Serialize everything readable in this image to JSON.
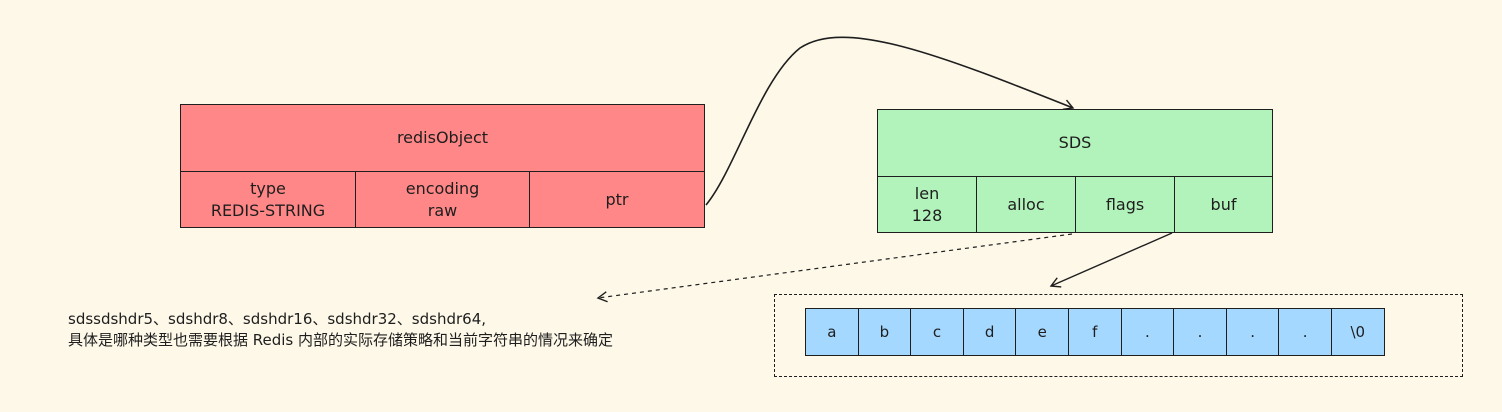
{
  "redis_object": {
    "title": "redisObject",
    "fields": [
      {
        "line1": "type",
        "line2": "REDIS-STRING"
      },
      {
        "line1": "encoding",
        "line2": "raw"
      },
      {
        "line1": "ptr",
        "line2": ""
      }
    ]
  },
  "sds": {
    "title": "SDS",
    "fields": [
      {
        "line1": "len",
        "line2": "128"
      },
      {
        "line1": "alloc",
        "line2": ""
      },
      {
        "line1": "flags",
        "line2": ""
      },
      {
        "line1": "buf",
        "line2": ""
      }
    ]
  },
  "buffer": {
    "cells": [
      "a",
      "b",
      "c",
      "d",
      "e",
      "f",
      ".",
      ".",
      ".",
      ".",
      "\\0"
    ]
  },
  "note": {
    "line1": "sdssdshdr5、sdshdr8、sdshdr16、sdshdr32、sdshdr64,",
    "line2": "具体是哪种类型也需要根据 Redis 内部的实际存储策略和当前字符串的情况来确定"
  },
  "colors": {
    "redis_object_fill": "#ff8787",
    "sds_fill": "#b2f2bb",
    "buffer_fill": "#a5d8ff",
    "background": "#fdf8e8"
  }
}
